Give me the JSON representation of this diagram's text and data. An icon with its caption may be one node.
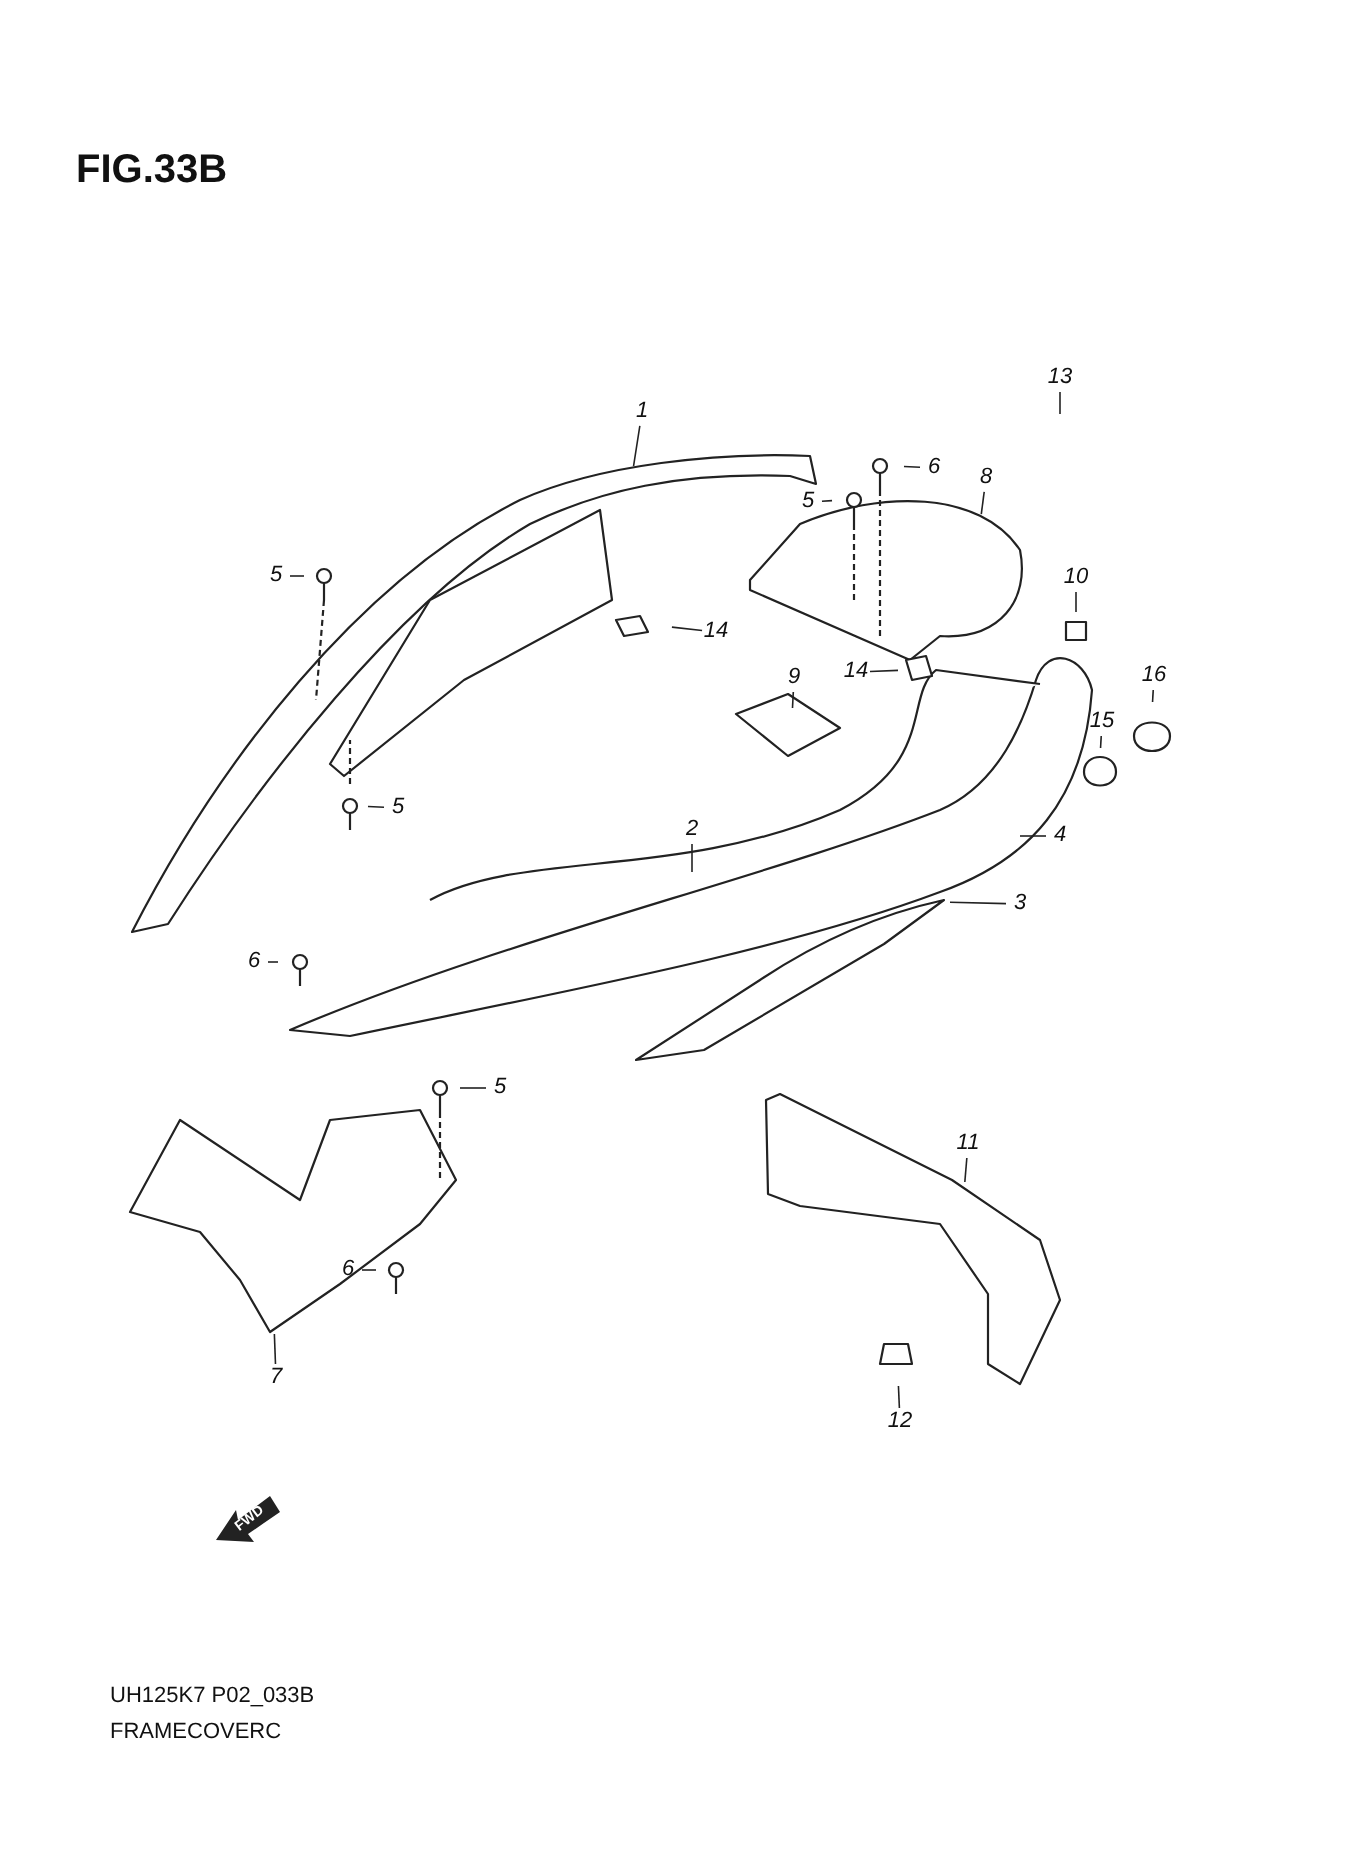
{
  "diagram": {
    "title": "FIG.33B",
    "nodes": [
      {
        "text": [
          "1"
        ]
      },
      {
        "text": [
          "13"
        ]
      },
      {
        "text": [
          "6"
        ]
      },
      {
        "text": [
          "5"
        ]
      },
      {
        "text": [
          "8"
        ]
      },
      {
        "text": [
          "5"
        ]
      },
      {
        "text": [
          "10"
        ]
      },
      {
        "text": [
          "14"
        ]
      },
      {
        "text": [
          "16"
        ]
      },
      {
        "text": [
          "9"
        ]
      },
      {
        "text": [
          "14"
        ]
      },
      {
        "text": [
          "15"
        ]
      },
      {
        "text": [
          "5"
        ]
      },
      {
        "text": [
          "2"
        ]
      },
      {
        "text": [
          "4"
        ]
      },
      {
        "text": [
          "3"
        ]
      },
      {
        "text": [
          "6"
        ]
      },
      {
        "text": [
          "5"
        ]
      },
      {
        "text": [
          "11"
        ]
      },
      {
        "text": [
          "6"
        ]
      },
      {
        "text": [
          "7"
        ]
      },
      {
        "text": [
          "12"
        ]
      }
    ],
    "edges": [
      {
        "from": 0,
        "to": null,
        "arrow": "none"
      },
      {
        "from": 1,
        "to": null,
        "arrow": "none"
      },
      {
        "from": 2,
        "to": null,
        "arrow": "none"
      },
      {
        "from": 3,
        "to": null,
        "arrow": "none"
      },
      {
        "from": 4,
        "to": null,
        "arrow": "none"
      },
      {
        "from": 5,
        "to": null,
        "arrow": "none"
      },
      {
        "from": 6,
        "to": null,
        "arrow": "none"
      },
      {
        "from": 7,
        "to": null,
        "arrow": "none"
      },
      {
        "from": 8,
        "to": null,
        "arrow": "none"
      },
      {
        "from": 9,
        "to": null,
        "arrow": "none"
      },
      {
        "from": 10,
        "to": null,
        "arrow": "none"
      },
      {
        "from": 11,
        "to": null,
        "arrow": "none"
      },
      {
        "from": 12,
        "to": null,
        "arrow": "none"
      },
      {
        "from": 13,
        "to": null,
        "arrow": "none"
      },
      {
        "from": 14,
        "to": null,
        "arrow": "none"
      },
      {
        "from": 15,
        "to": null,
        "arrow": "none"
      },
      {
        "from": 16,
        "to": null,
        "arrow": "none"
      },
      {
        "from": 17,
        "to": null,
        "arrow": "none"
      },
      {
        "from": 18,
        "to": null,
        "arrow": "none"
      },
      {
        "from": 19,
        "to": null,
        "arrow": "none"
      },
      {
        "from": 20,
        "to": null,
        "arrow": "none"
      },
      {
        "from": 21,
        "to": null,
        "arrow": "none"
      }
    ],
    "labels": [
      "FWD",
      "UH125K7 P02_033B",
      "FRAMECOVERC"
    ]
  }
}
